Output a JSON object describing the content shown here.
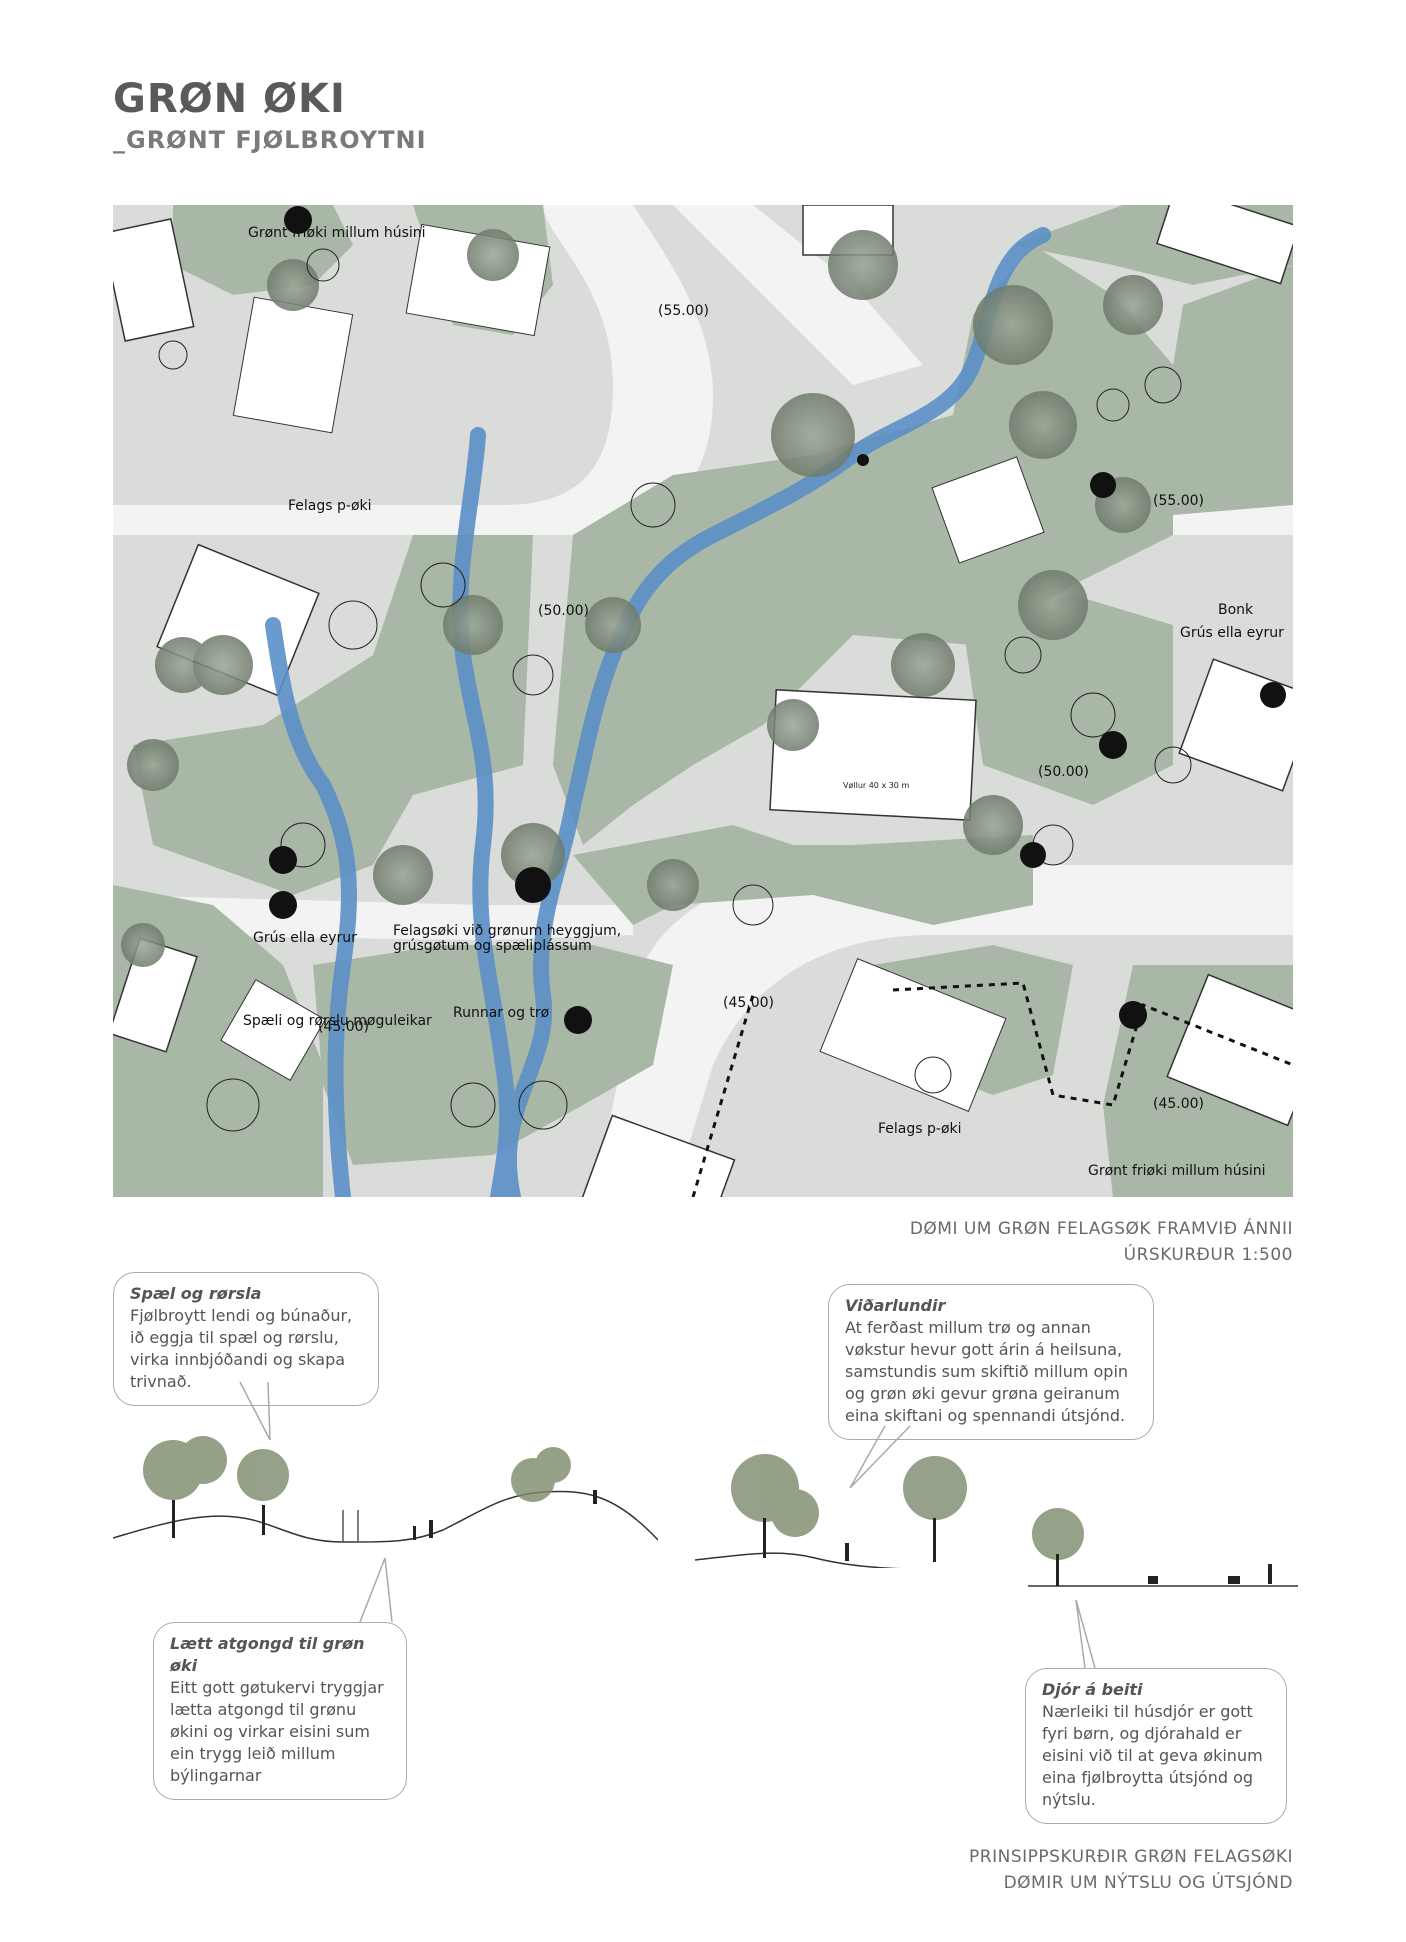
{
  "header": {
    "title": "GRØN ØKI",
    "subtitle": "_GRØNT FJØLBROYTNI"
  },
  "plan": {
    "labels": {
      "gront_frioki_top": "Grønt friøki millum húsini",
      "felags_poki_top": "Felags p-øki",
      "elev_5500_top": "(55.00)",
      "elev_5500_right": "(55.00)",
      "elev_5000_center": "(50.00)",
      "elev_5000_right": "(50.00)",
      "bonk": "Bonk",
      "grus_ella_eyrur_right": "Grús ella eyrur",
      "vollur": "Vøllur 40 x 30 m",
      "grus_ella_eyrur_left": "Grús ella eyrur",
      "felagsoki": "Felagsøki við grønum heyggjum,",
      "grusgotum": "grúsgøtum og spæliplássum",
      "spaeli": "Spæli og rørslu møguleikar",
      "elev_4500_left": "(45.00)",
      "runnar": "Runnar og trø",
      "elev_4500_center": "(45.00)",
      "elev_4500_right": "(45.00)",
      "felags_poki_bottom": "Felags p-øki",
      "gront_frioki_bottom": "Grønt friøki millum húsini"
    }
  },
  "plan_caption": {
    "line1": "DØMI UM GRØN FELAGSØK FRAMVIÐ ÁNNII",
    "line2": "ÚRSKURÐUR 1:500"
  },
  "bubbles": {
    "spael": {
      "title": "Spæl og rørsla",
      "text": "Fjølbroytt lendi og búnaður, ið eggja til spæl og rørslu, virka innbjóðandi og skapa trivnað."
    },
    "vidarlundir": {
      "title": "Viðarlundir",
      "text": "At ferðast millum trø og annan vøkstur hevur gott árin á heilsuna, samstundis sum skiftið millum opin og grøn øki gevur grøna geiranum eina skiftani og spennandi útsjónd."
    },
    "lott": {
      "title": "Lætt atgongd til grøn øki",
      "text": "Eitt gott gøtukervi tryggjar lætta atgongd til grønu økini og virkar eisini sum ein trygg leið millum býlingarnar"
    },
    "djor": {
      "title": "Djór á beiti",
      "text": "Nærleiki til húsdjór er gott fyri børn, og djórahald er eisini við til at geva økinum eina fjølbroytta útsjónd og nýtslu."
    }
  },
  "sections_caption": {
    "line1": "PRINSIPPSKURÐIR GRØN FELAGSØKI",
    "line2": "DØMIR UM NÝTSLU OG ÚTSJÓND"
  },
  "colors": {
    "green_area": "#a9b8a6",
    "water": "#5b8fc7",
    "road": "#f2f2f2",
    "building": "#ffffff",
    "text": "#5a5a5a"
  }
}
